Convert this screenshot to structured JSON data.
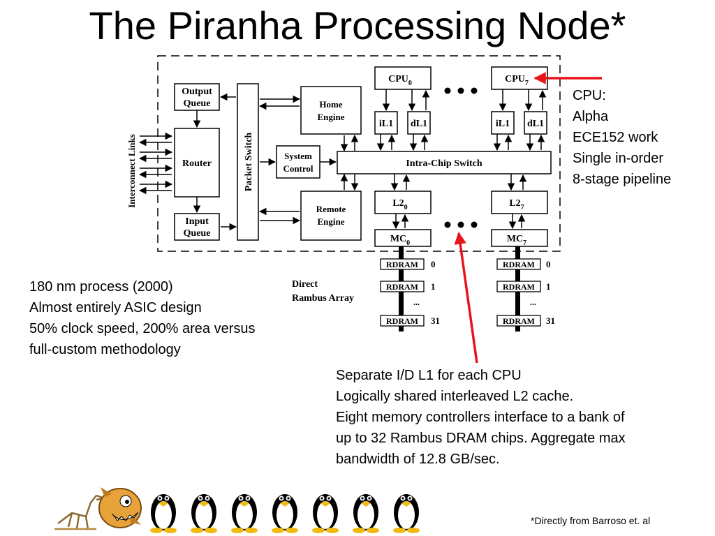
{
  "title": "The Piranha Processing Node*",
  "diagram": {
    "interconnect_label": "Interconnect Links",
    "output_queue": [
      "Output",
      "Queue"
    ],
    "router": "Router",
    "input_queue": [
      "Input",
      "Queue"
    ],
    "packet_switch": "Packet Switch",
    "home_engine": [
      "Home",
      "Engine"
    ],
    "remote_engine": [
      "Remote",
      "Engine"
    ],
    "system_control": [
      "System",
      "Control"
    ],
    "intra_chip_switch": "Intra-Chip Switch",
    "cpu0": {
      "base": "CPU",
      "sub": "0"
    },
    "cpu7": {
      "base": "CPU",
      "sub": "7"
    },
    "il1": "iL1",
    "dl1": "dL1",
    "l20": {
      "base": "L2",
      "sub": "0"
    },
    "l27": {
      "base": "L2",
      "sub": "7"
    },
    "mc0": {
      "base": "MC",
      "sub": "0"
    },
    "mc7": {
      "base": "MC",
      "sub": "7"
    },
    "rdram": "RDRAM",
    "rdram_indices": [
      "0",
      "1",
      "...",
      "31"
    ],
    "rambus_label": [
      "Direct",
      "Rambus Array"
    ]
  },
  "cpu_note": [
    "CPU:",
    "Alpha",
    "ECE152 work",
    "Single in-order",
    "8-stage pipeline"
  ],
  "process_note": [
    "180 nm process (2000)",
    "Almost entirely ASIC design",
    "50% clock speed, 200% area versus",
    "full-custom methodology"
  ],
  "cache_note": [
    "Separate I/D L1 for each CPU",
    "Logically shared interleaved L2 cache.",
    "Eight memory controllers interface to a bank of",
    "up to 32 Rambus DRAM chips.  Aggregate max",
    "bandwidth of 12.8 GB/sec."
  ],
  "footnote": "*Directly from Barroso et. al",
  "colors": {
    "annotation_arrow": "#e8141c"
  },
  "mascots": [
    "bird-skeleton-icon",
    "piranha-icon",
    "penguin-icon",
    "penguin-icon",
    "penguin-icon",
    "penguin-icon",
    "penguin-icon",
    "penguin-icon",
    "penguin-icon"
  ]
}
